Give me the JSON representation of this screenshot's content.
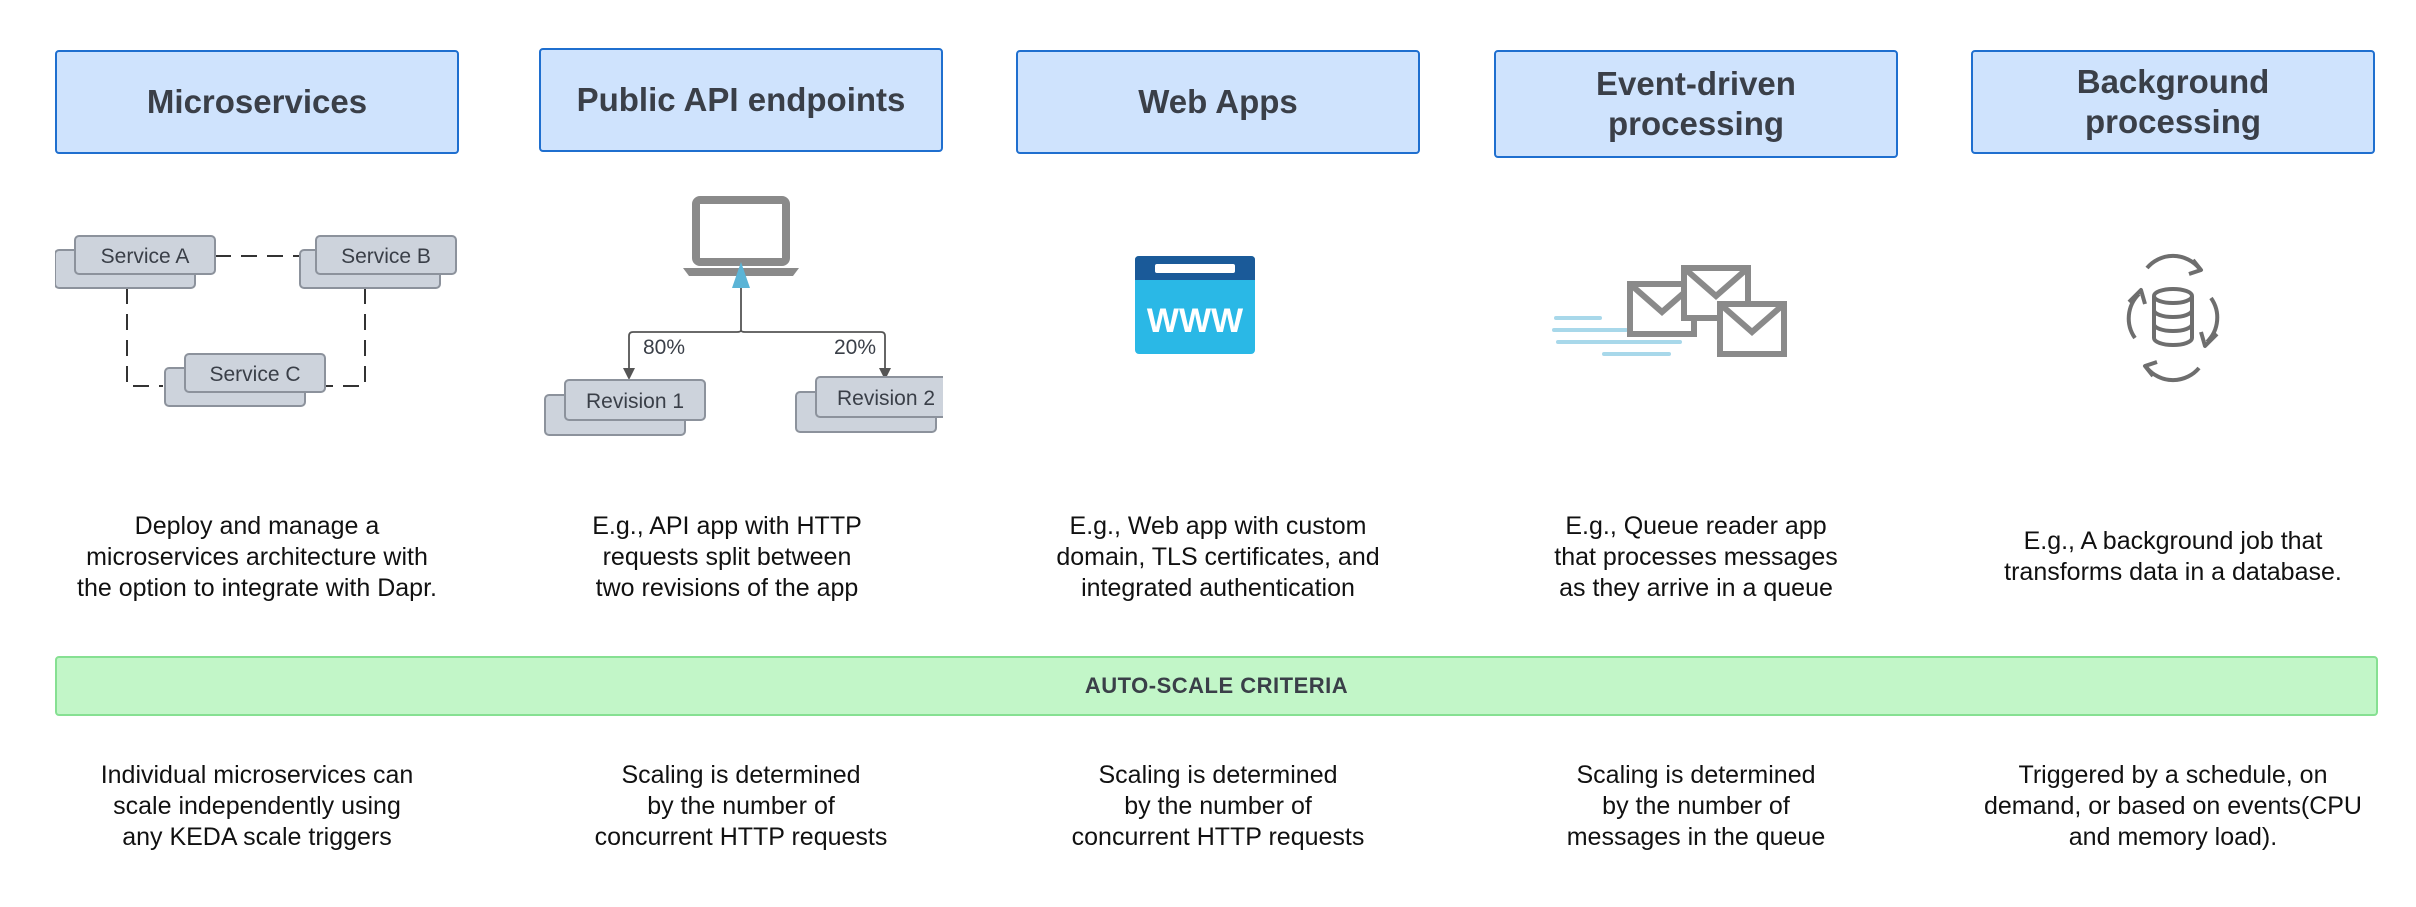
{
  "columns": [
    {
      "title": "Microservices",
      "description": [
        "Deploy and manage a",
        "microservices architecture with",
        "the option to integrate with Dapr."
      ],
      "scaling": [
        "Individual microservices can",
        "scale independently using",
        "any KEDA scale triggers"
      ],
      "art": {
        "service_a": "Service A",
        "service_b": "Service B",
        "service_c": "Service C"
      }
    },
    {
      "title": "Public API endpoints",
      "description": [
        "E.g., API app with HTTP",
        "requests split between",
        "two revisions of the app"
      ],
      "scaling": [
        "Scaling is determined",
        "by the number of",
        "concurrent HTTP requests"
      ],
      "art": {
        "split_left": "80%",
        "split_right": "20%",
        "revision_1": "Revision 1",
        "revision_2": "Revision 2"
      }
    },
    {
      "title": "Web Apps",
      "description": [
        "E.g., Web app with custom",
        "domain, TLS certificates, and",
        "integrated authentication"
      ],
      "scaling": [
        "Scaling is determined",
        "by the number of",
        "concurrent HTTP requests"
      ],
      "art": {
        "browser_text": "WWW"
      }
    },
    {
      "title": [
        "Event-driven",
        "processing"
      ],
      "description": [
        "E.g., Queue reader app",
        "that processes messages",
        "as they arrive in a queue"
      ],
      "scaling": [
        "Scaling is determined",
        "by the number of",
        "messages in the queue"
      ]
    },
    {
      "title": [
        "Background",
        "processing"
      ],
      "description": [
        "E.g., A background job that",
        "transforms data in a database."
      ],
      "scaling": [
        "Triggered by a schedule, on",
        "demand, or based on events(CPU",
        "and memory load)."
      ]
    }
  ],
  "band_label": "AUTO-SCALE CRITERIA",
  "colors": {
    "header_fill": "#cfe3fd",
    "header_border": "#1f6fcf",
    "band_fill": "#c2f6c8",
    "band_border": "#86e092",
    "service_box": "#cdd3dc",
    "icon_gray": "#8a8a8a",
    "browser_top": "#1a5a99",
    "browser_body": "#2ab8e6",
    "arrow_accent": "#5bb4d6"
  }
}
